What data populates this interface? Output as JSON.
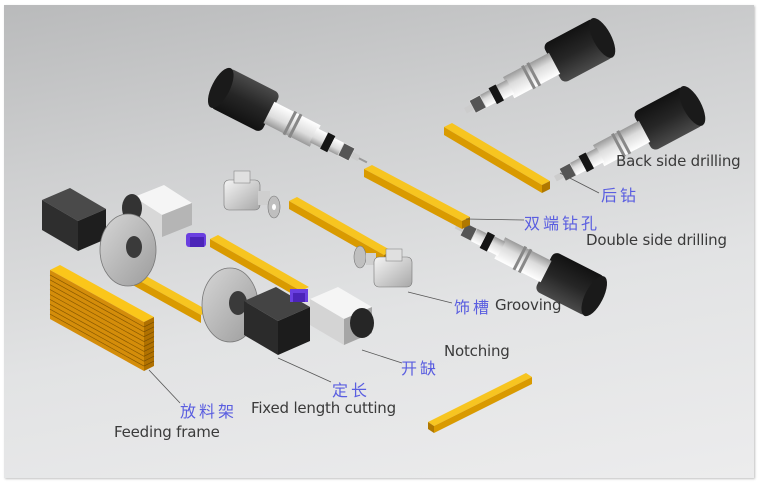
{
  "diagram": {
    "title": "",
    "colors": {
      "workpiece": "#f2b400",
      "workpiece_dark": "#c98a00",
      "motor_black": "#2c2c2c",
      "spindle_white": "#e8e8e8",
      "coupling_purple": "#6a3fe0",
      "label_english": "#3a3a3a",
      "label_chinese": "#5a5ee0",
      "leader_line": "#555555"
    },
    "labels": [
      {
        "id": "back-side-drilling",
        "english": "Back side drilling",
        "chinese": "后钻"
      },
      {
        "id": "double-side-drilling",
        "english": "Double side drilling",
        "chinese": "双端钻孔"
      },
      {
        "id": "grooving",
        "english": "Grooving",
        "chinese": "饰槽"
      },
      {
        "id": "notching",
        "english": "Notching",
        "chinese": "开缺"
      },
      {
        "id": "fixed-length-cutting",
        "english": "Fixed length cutting",
        "chinese": "定长"
      },
      {
        "id": "feeding-frame",
        "english": "Feeding frame",
        "chinese": "放料架"
      }
    ],
    "components": [
      "feeding-frame-stack",
      "saw-motor-upper",
      "saw-blade-upper",
      "saw-motor-lower",
      "saw-blade-lower",
      "notching-motor",
      "grooving-motor-upper",
      "grooving-motor-lower",
      "drill-spindle-upper-left",
      "drill-spindle-back",
      "drill-spindle-lower",
      "workpiece-bars",
      "finished-workpiece"
    ]
  }
}
